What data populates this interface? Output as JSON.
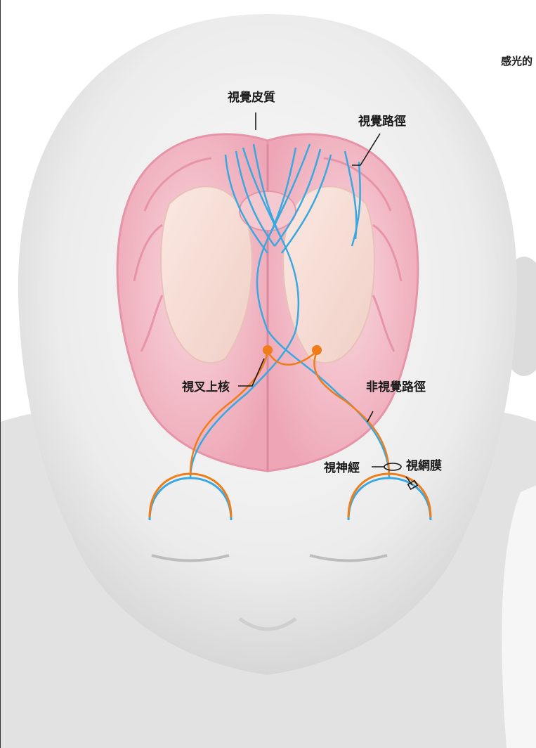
{
  "labels": {
    "corner_text": "感光的",
    "visual_cortex": "視覺皮質",
    "visual_pathway": "視覺路徑",
    "scn": "視叉上核",
    "non_visual_pathway": "非視覺路徑",
    "optic_nerve": "視神經",
    "retina": "視網膜"
  },
  "colors": {
    "visual_path": "#3aa8e0",
    "non_visual_path": "#ee7d1a",
    "brain_tissue": "#f2b8c4",
    "head_skin": "#e6e6e6"
  }
}
